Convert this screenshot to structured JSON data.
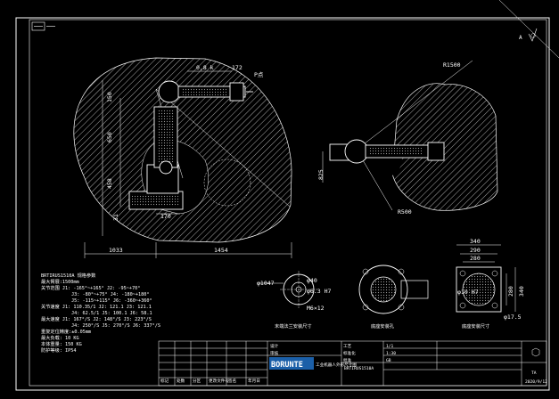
{
  "sheet": {
    "date": "2020/9/12",
    "orientation_mark": "A"
  },
  "side_view": {
    "dims": {
      "top_reach": "0,8 k",
      "top_offset": "172",
      "p_point": "P点",
      "upper_arm": "650",
      "height_150": "150",
      "lower": "458",
      "base": "31",
      "base_width": "170",
      "rear_reach": "1033",
      "front_reach": "1454"
    }
  },
  "top_view": {
    "radius": "R1500",
    "inner_radius": "R500",
    "offset": "825"
  },
  "specs": {
    "model": "BRTIRUS1510A 规格参数",
    "lines": [
      "最大臂展:1500mm",
      "关节范围 J1: -165°~+165° J2: -95~+70°",
      "J3: -80°~+75°  J4: -180~+180°",
      "J5: -115~+115°  J6: -360~+360°",
      "关节速度 J1: 110.35/1   J2: 121.1  J3: 121.1",
      "J4: 62.5/1   J5: 100.1   J6: 58.1",
      "最大速度 J1: 167°/S  J2: 148°/S  J3: 223°/S",
      "J4: 250°/S  J5: 270°/S  J6: 337°/S",
      "重复定位精度:±0.05mm",
      "最大负载: 10 KG",
      "本体重量: 150 KG",
      "防护等级: IP54"
    ]
  },
  "flange": {
    "d1": "φ1047",
    "d2": "φ40",
    "d3": "φ6.3 H7",
    "screw": "M6×12",
    "caption": "末端法兰安装尺寸"
  },
  "base_views": {
    "caption1": "底座安装孔",
    "caption2": "底座安装尺寸",
    "w340": "340",
    "w290": "290",
    "w280": "280",
    "h280": "280",
    "h340": "340",
    "hole": "φ10 H7",
    "small_hole": "φ17.5"
  },
  "title_block": {
    "logo": "BORUNTE",
    "product_name": "工业机器人外形尺寸图",
    "model_code": "BRTIRUS1510A",
    "scale": "1:30",
    "sheet_count": "1/1",
    "standard": "GB",
    "header_labels": [
      "标记",
      "处数",
      "分区",
      "更改文件号",
      "签名",
      "年月日"
    ],
    "row_labels": [
      "设计",
      "审核",
      "工艺",
      "标准化",
      "批准"
    ],
    "small_mark": "TA"
  }
}
